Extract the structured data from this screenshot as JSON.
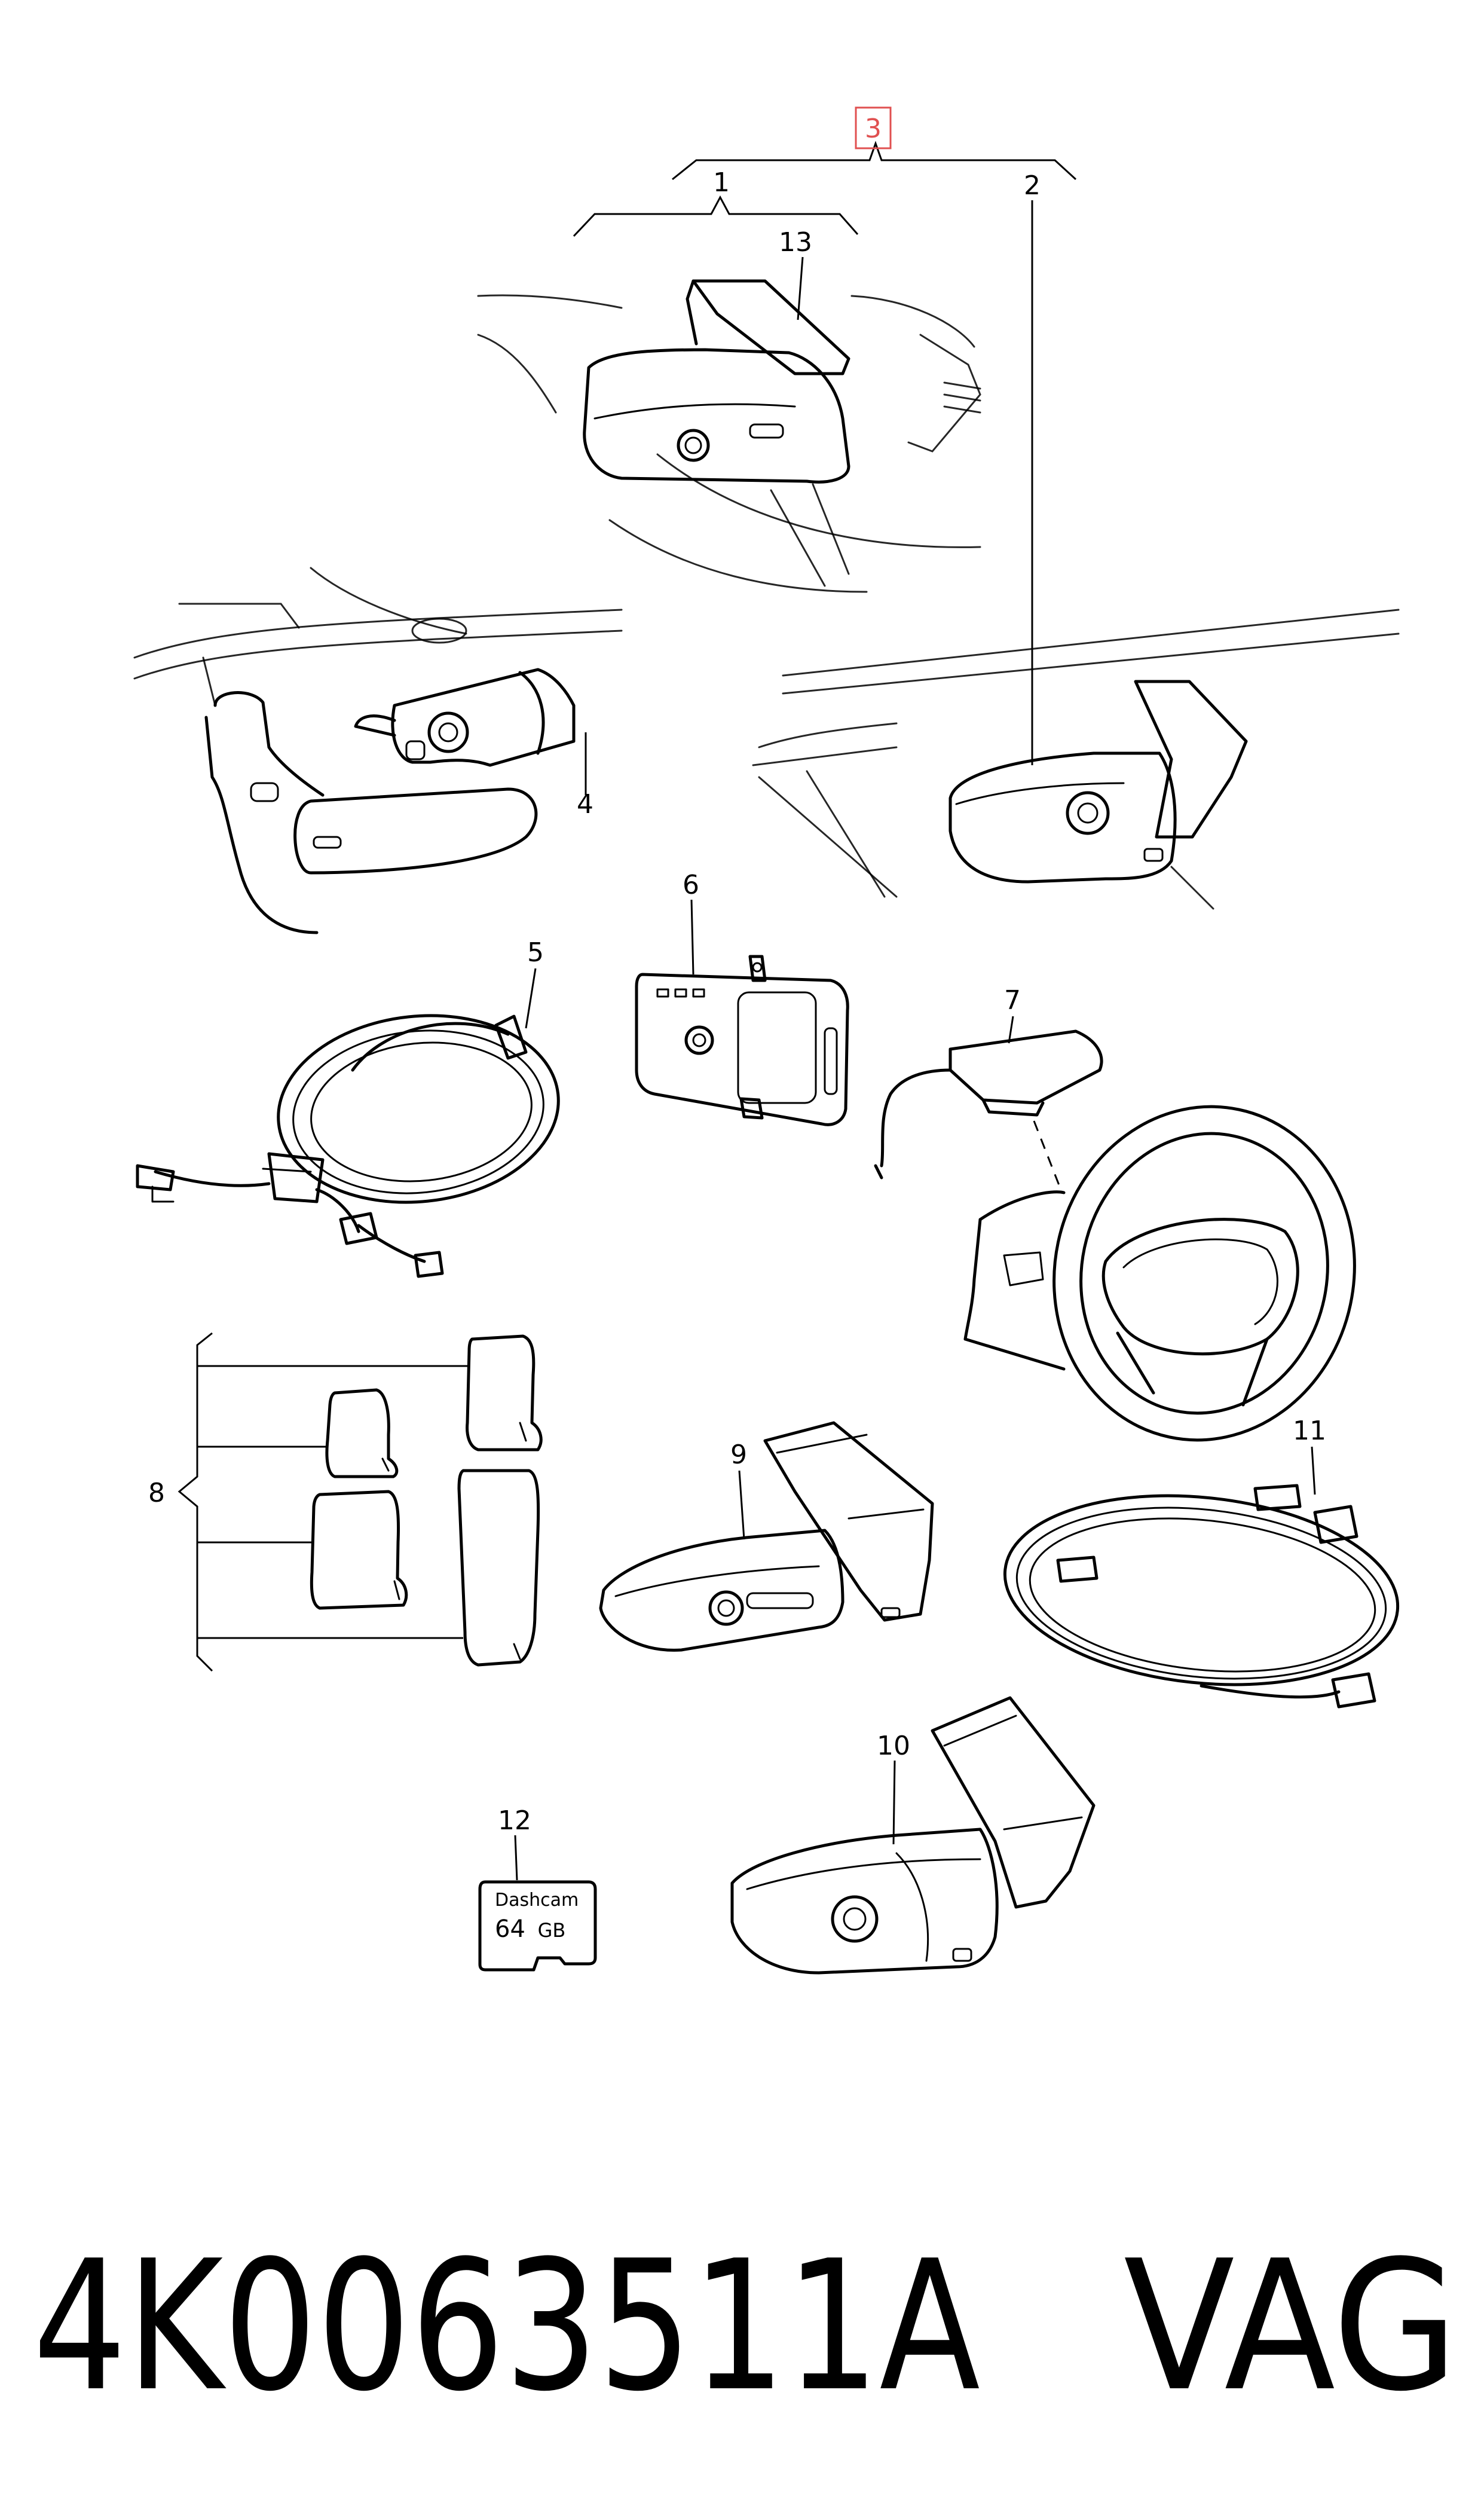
{
  "callouts": {
    "c1": "1",
    "c2": "2",
    "c3": "3",
    "c4": "4",
    "c5": "5",
    "c6": "6",
    "c7": "7",
    "c8": "8",
    "c9": "9",
    "c10": "10",
    "c11": "11",
    "c12": "12",
    "c13": "13"
  },
  "sd_card": {
    "label": "Dashcam",
    "capacity": "64",
    "unit": "GB"
  },
  "footer": {
    "part_number": "4K0063511A",
    "brand": "VAG"
  },
  "colors": {
    "line": "#000000",
    "highlight_box": "#e05050",
    "background": "#ffffff"
  }
}
